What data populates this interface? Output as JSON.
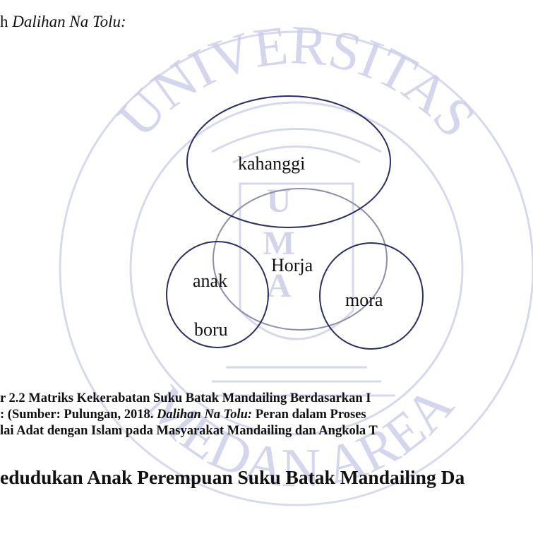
{
  "intro_line": {
    "prefix": "h ",
    "emphasis": "Dalihan Na Tolu:"
  },
  "watermark": {
    "arc_text_top": "UNIVERSITAS",
    "arc_text_bottom": "MEDAN AREA",
    "seal_letters": [
      "U",
      "M",
      "A"
    ],
    "color": "#c9cde8"
  },
  "diagram": {
    "labels": {
      "kahanggi": "kahanggi",
      "horja": "Horja",
      "anak_boru_line1": "anak",
      "anak_boru_line2": "boru",
      "mora": "mora"
    },
    "stroke_color": "#2b2f63",
    "center_stroke_color": "#8d8fa8"
  },
  "caption": {
    "line1": "r 2.2 Matriks Kekerabatan Suku Batak Mandailing Berdasarkan I",
    "line2_a": ": (Sumber: Pulungan, 2018. ",
    "line2_b": "Dalihan Na Tolu:",
    "line2_c": " Peran dalam Proses",
    "line3": "lai Adat dengan Islam pada Masyarakat Mandailing dan Angkola T"
  },
  "section_heading": "edudukan Anak Perempuan Suku Batak Mandailing Da"
}
